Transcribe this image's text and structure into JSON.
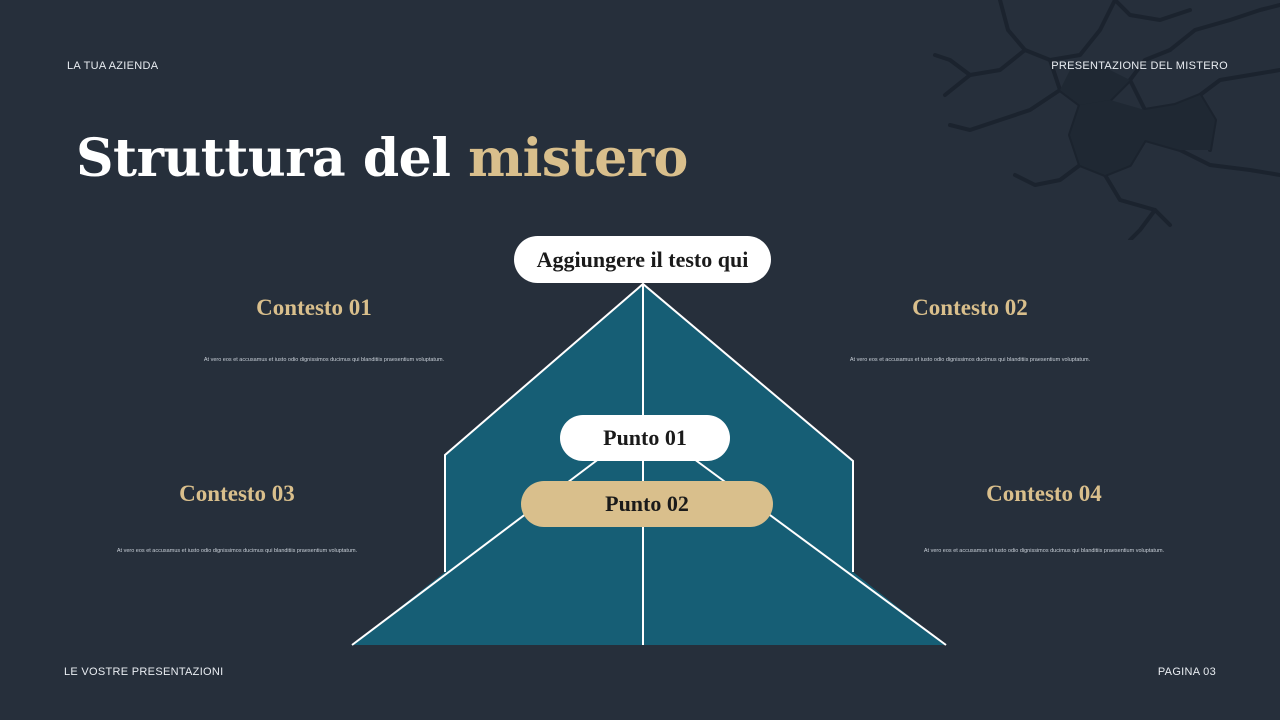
{
  "header": {
    "company": "LA TUA AZIENDA",
    "presentation": "PRESENTAZIONE DEL MISTERO"
  },
  "title": {
    "main": "Struttura del ",
    "accent": "mistero"
  },
  "diagram": {
    "top_label": "Aggiungere il testo qui",
    "point_1": "Punto 01",
    "point_2": "Punto 02"
  },
  "contexts": [
    {
      "heading": "Contesto 01",
      "body": "At vero eos et accusamus et iusto odio dignissimos ducimus qui blanditiis praesentium voluptatum."
    },
    {
      "heading": "Contesto 02",
      "body": "At vero eos et accusamus et iusto odio dignissimos ducimus qui blanditiis praesentium voluptatum."
    },
    {
      "heading": "Contesto 03",
      "body": "At vero eos et accusamus et iusto odio dignissimos ducimus qui blanditiis praesentium voluptatum."
    },
    {
      "heading": "Contesto 04",
      "body": "At vero eos et accusamus et iusto odio dignissimos ducimus qui blanditiis praesentium voluptatum."
    }
  ],
  "footer": {
    "left": "LE VOSTRE PRESENTAZIONI",
    "page": "PAGINA 03"
  },
  "colors": {
    "background": "#262f3b",
    "accent": "#d9bf8c",
    "pyramid": "#165e75",
    "crack": "#1c2530"
  }
}
